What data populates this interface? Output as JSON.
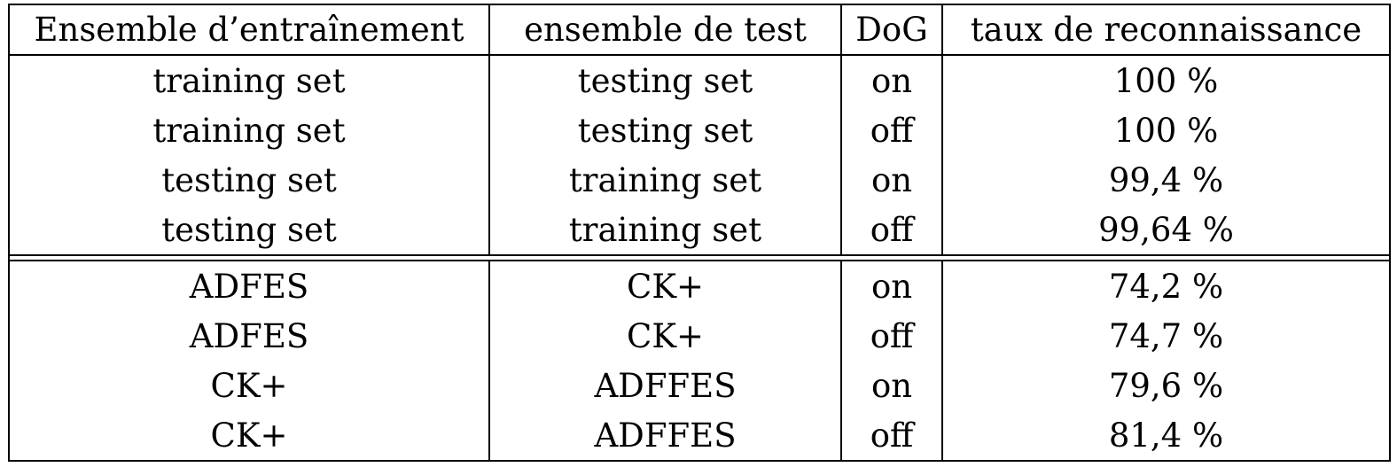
{
  "table": {
    "headers": [
      "Ensemble d’entraînement",
      "ensemble de test",
      "DoG",
      "taux de reconnaissance"
    ],
    "groups": [
      [
        [
          "training set",
          "testing set",
          "on",
          "100 %"
        ],
        [
          "training set",
          "testing set",
          "off",
          "100 %"
        ],
        [
          "testing set",
          "training set",
          "on",
          "99,4 %"
        ],
        [
          "testing set",
          "training set",
          "off",
          "99,64 %"
        ]
      ],
      [
        [
          "ADFES",
          "CK+",
          "on",
          "74,2 %"
        ],
        [
          "ADFES",
          "CK+",
          "off",
          "74,7 %"
        ],
        [
          "CK+",
          "ADFFES",
          "on",
          "79,6 %"
        ],
        [
          "CK+",
          "ADFFES",
          "off",
          "81,4 %"
        ]
      ]
    ]
  }
}
